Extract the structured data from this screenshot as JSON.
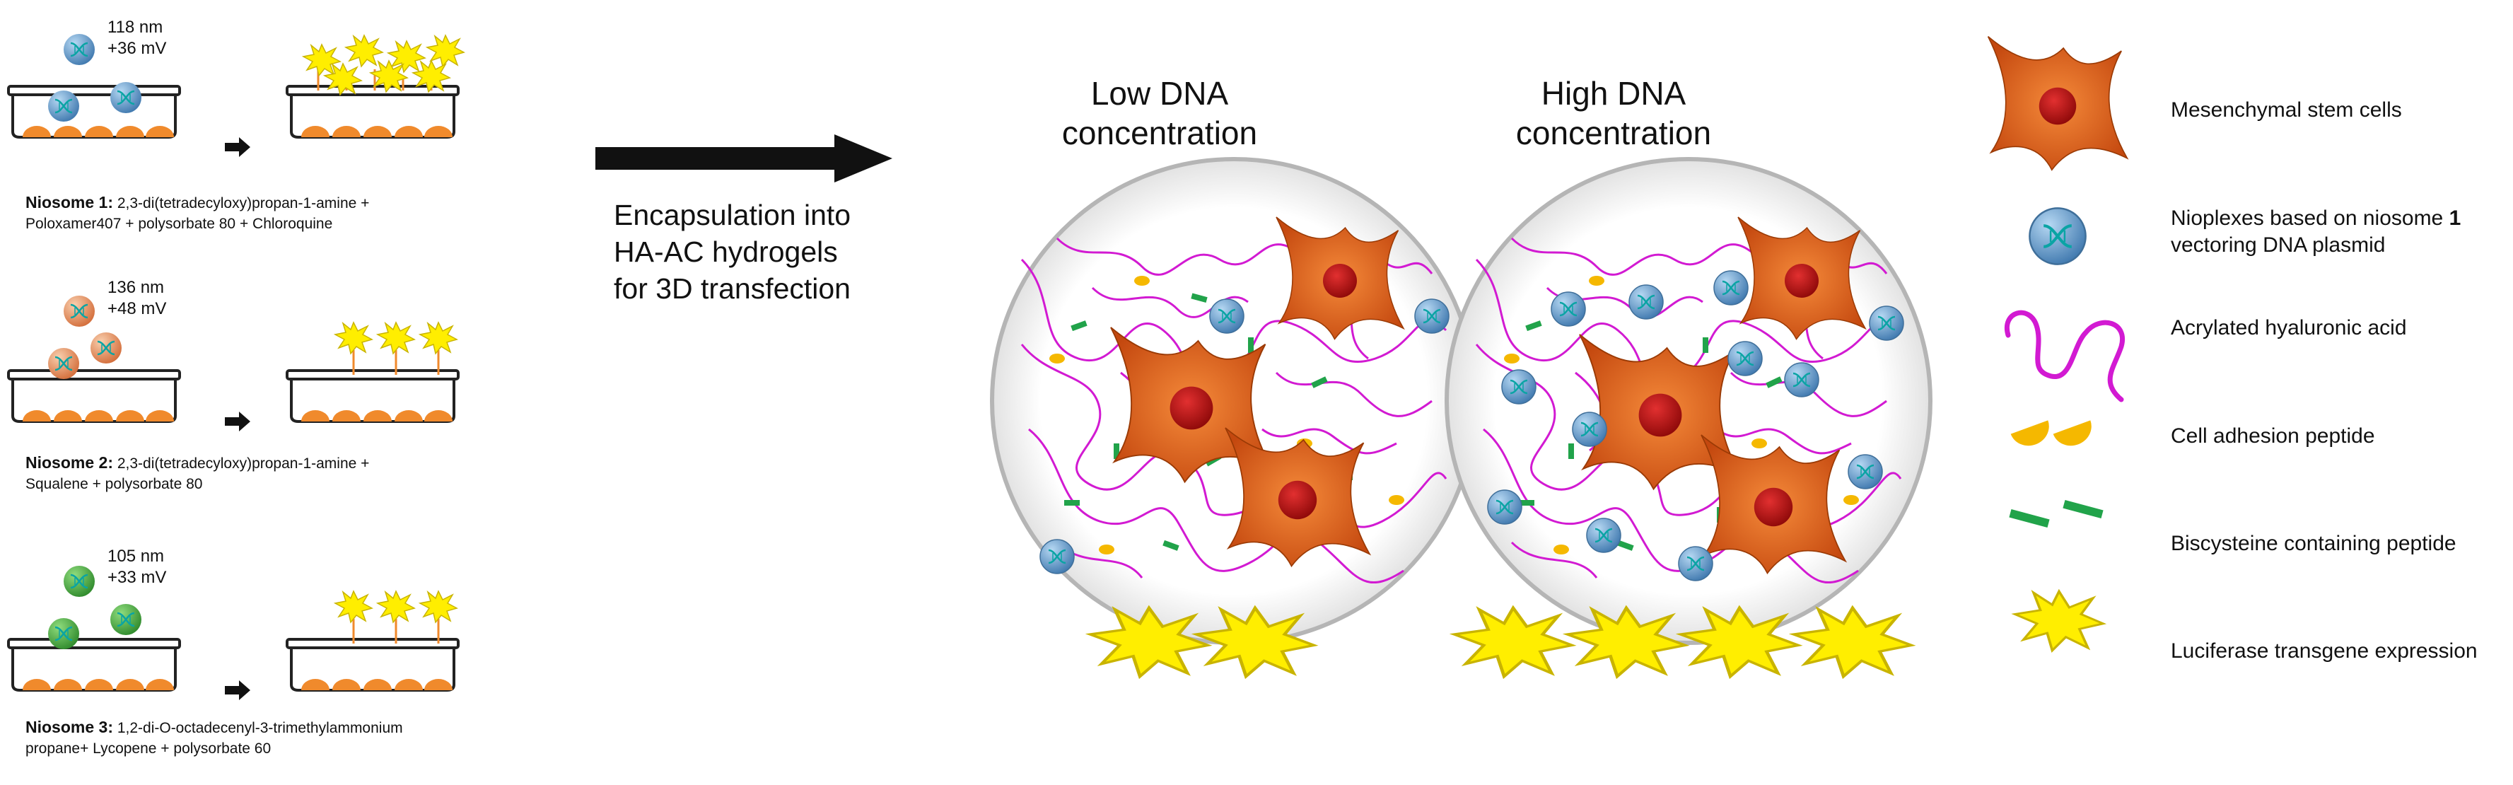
{
  "niosomes": [
    {
      "size": "118 nm",
      "charge": "+36 mV",
      "name": "Niosome 1",
      "sep": ":",
      "line1": " 2,3-di(tetradecyloxy)propan-1-amine +",
      "line2": "Poloxamer407 + polysorbate 80 + Chloroquine",
      "colors": {
        "light": "#9ec8ea",
        "dark": "#3f78ae"
      }
    },
    {
      "size": "136 nm",
      "charge": "+48 mV",
      "name": "Niosome 2",
      "sep": ":",
      "line1": " 2,3-di(tetradecyloxy)propan-1-amine +",
      "line2": "Squalene + polysorbate 80",
      "colors": {
        "light": "#f4b890",
        "dark": "#d36d3a"
      }
    },
    {
      "size": "105 nm",
      "charge": "+33 mV",
      "name": "Niosome 3",
      "sep": ":",
      "line1": " 1,2-di-O-octadecenyl-3-trimethylammonium",
      "line2": "propane+ Lycopene + polysorbate 60",
      "colors": {
        "light": "#7ccb6b",
        "dark": "#2f8a2c"
      }
    }
  ],
  "encapsulation": [
    "Encapsulation into",
    "HA-AC hydrogels",
    "for 3D transfection"
  ],
  "hydrogels": [
    {
      "title": [
        "Low DNA",
        "concentration"
      ],
      "luciferase_count": 2
    },
    {
      "title": [
        "High DNA",
        "concentration"
      ],
      "luciferase_count": 4
    }
  ],
  "legend": {
    "stem_cells": "Mesenchymal stem cells",
    "nioplexes_line1": "Nioplexes based on niosome ",
    "nioplexes_bold": "1",
    "nioplexes_line2": "vectoring DNA plasmid",
    "hyaluronic": "Acrylated hyaluronic acid",
    "adhesion": "Cell adhesion peptide",
    "biscysteine": "Biscysteine containing peptide",
    "luciferase": "Luciferase transgene expression"
  },
  "colors": {
    "cell_orange": "#e36c1d",
    "cell_nucleus": "#b01010",
    "hyaluronic_magenta": "#d21ad2",
    "adhesion_yellow": "#f5b800",
    "biscysteine_green": "#21a34a",
    "luciferase_yellow": "#ffee00",
    "dish_orange": "#f08a2c",
    "nioplex_blue": "#6ea7d6"
  },
  "icons": [
    "dish-icon",
    "arrow-icon",
    "nioplex-icon",
    "star-burst-icon",
    "stem-cell-icon",
    "hydrogel-icon"
  ]
}
